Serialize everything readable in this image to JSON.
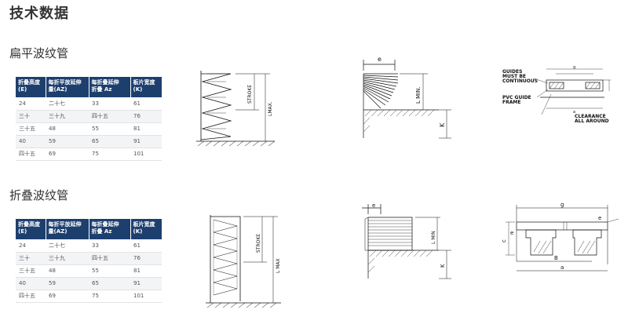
{
  "page": {
    "title": "技术数据"
  },
  "sections": [
    {
      "title": "扁平波纹管",
      "table": {
        "headers": [
          "折叠高度\n(E)",
          "每折平放延伸\n量(AZ)",
          "每折叠延伸\n折叠 Az",
          "板片宽度\n(K)"
        ],
        "rows": [
          [
            "24",
            "二十七",
            "33",
            "61"
          ],
          [
            "三十",
            "三十九",
            "四十五",
            "76"
          ],
          [
            "三十五",
            "48",
            "55",
            "81"
          ],
          [
            "40",
            "59",
            "65",
            "91"
          ],
          [
            "四十五",
            "69",
            "75",
            "101"
          ]
        ]
      },
      "diagram_labels": {
        "stroke": "STROKE",
        "lmax": "LMAX.",
        "e": "e",
        "lmin": "L MIN.",
        "k": "K",
        "guides_note": "GUIDES\nMUST BE\nCONTINUOUS",
        "pvc_note": "PVC GUIDE\nFRAME",
        "clearance_note": "CLEARANCE\nALL AROUND",
        "g": "g",
        "a": "a"
      }
    },
    {
      "title": "折叠波纹管",
      "table": {
        "headers": [
          "折叠高度\n(E)",
          "每折平放延伸\n量(AZ)",
          "每折叠延伸\n折叠 Az",
          "板片宽度\n(K)"
        ],
        "rows": [
          [
            "24",
            "二十七",
            "33",
            "61"
          ],
          [
            "三十",
            "三十九",
            "四十五",
            "76"
          ],
          [
            "三十五",
            "48",
            "55",
            "81"
          ],
          [
            "40",
            "59",
            "65",
            "91"
          ],
          [
            "四十五",
            "69",
            "75",
            "101"
          ]
        ]
      },
      "diagram_labels": {
        "stroke": "STROKE",
        "lmax": "L MAX",
        "e": "e",
        "lmin": "L MIN",
        "k": "K",
        "g": "g",
        "e2": "e",
        "c": "c",
        "e3": "e",
        "b": "B",
        "a": "a"
      }
    }
  ]
}
